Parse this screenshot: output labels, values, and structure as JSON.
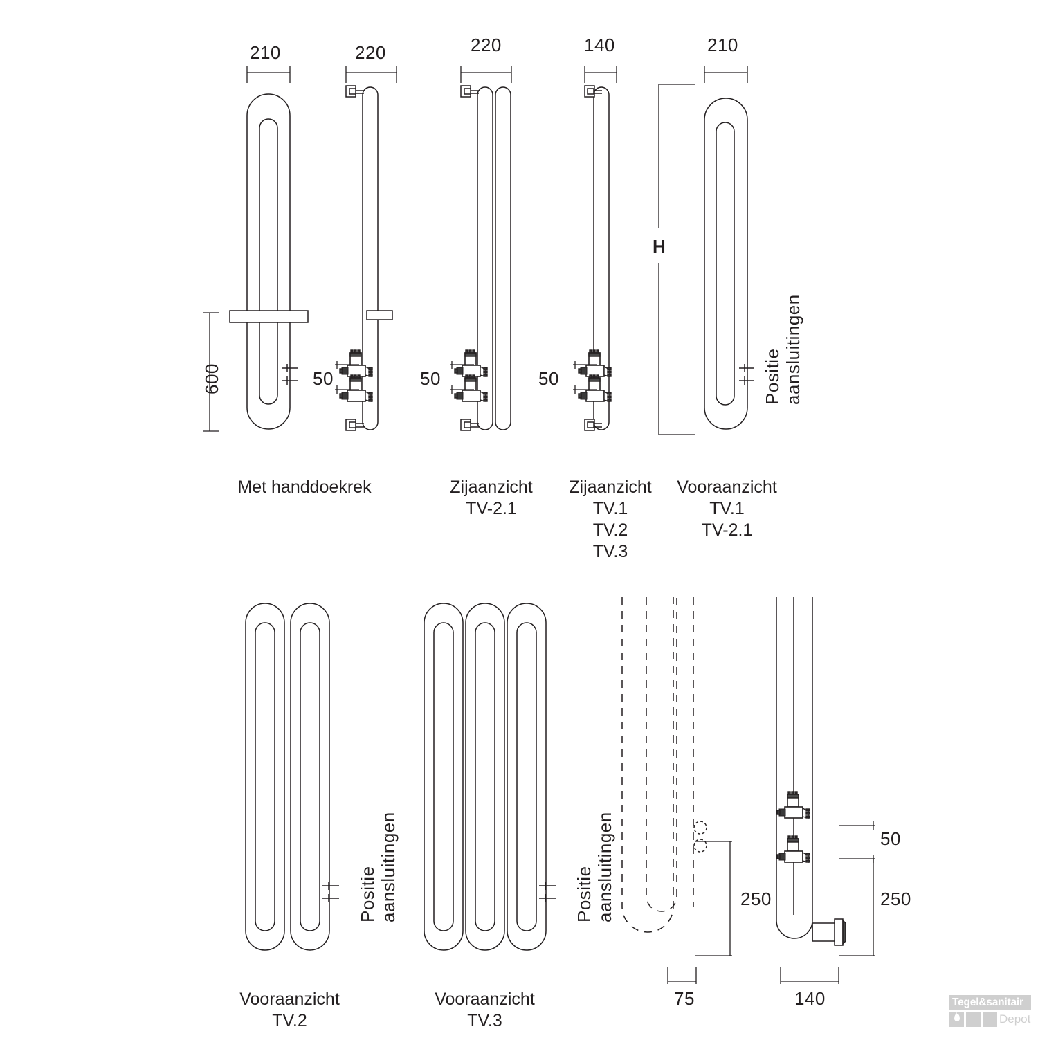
{
  "drawing": {
    "type": "technical-drawing",
    "subject": "Handdoekradiator TV-serie maatschets",
    "units": "mm",
    "line_color": "#231f20",
    "dim_text_color": "#231f20"
  },
  "top_row": {
    "views": [
      {
        "id": "met-handdoekrek",
        "caption_lines": [
          "Met handdoekrek"
        ],
        "width_dim": "210",
        "height_dim": "600",
        "connection_dim": null
      },
      {
        "id": "zijaanzicht-tv21",
        "caption_lines": [
          "Zijaanzicht",
          "TV-2.1"
        ],
        "width_dim": "220",
        "connection_dim": "50"
      },
      {
        "id": "zijaanzicht-tv1-tv2-tv3",
        "caption_lines": [
          "Zijaanzicht",
          "TV.1",
          "TV.2",
          "TV.3"
        ],
        "width_dim": "140",
        "connection_dim": "50"
      },
      {
        "id": "vooraanzicht-tv1-tv21",
        "caption_lines": [
          "Vooraanzicht",
          "TV.1",
          "TV-2.1"
        ],
        "width_dim": "210",
        "height_dim": "H",
        "connection_label": [
          "Positie",
          "aansluitingen"
        ]
      }
    ],
    "extra_width_dim_left": "220",
    "extra_connection_dim": "50"
  },
  "bottom_row": {
    "views": [
      {
        "id": "vooraanzicht-tv2",
        "caption_lines": [
          "Vooraanzicht",
          "TV.2"
        ],
        "connection_label": [
          "Positie",
          "aansluitingen"
        ],
        "elements": 2
      },
      {
        "id": "vooraanzicht-tv3",
        "caption_lines": [
          "Vooraanzicht",
          "TV.3"
        ],
        "connection_label": [
          "Positie",
          "aansluitingen"
        ],
        "elements": 3
      },
      {
        "id": "detail-hidden-outline",
        "width_dim": "75",
        "height_dim": "250"
      },
      {
        "id": "detail-aansluitingen",
        "width_dim": "140",
        "height_dim": "250",
        "offset_dim": "50"
      }
    ]
  },
  "dimensions": {
    "d210_a": "210",
    "d220_a": "220",
    "d220_b": "220",
    "d140_a": "140",
    "d210_b": "210",
    "d600": "600",
    "d50_a": "50",
    "d50_b": "50",
    "d50_c": "50",
    "dH": "H",
    "d75": "75",
    "d140_b": "140",
    "d250_a": "250",
    "d250_b": "250",
    "d50_d": "50"
  },
  "labels": {
    "positie": "Positie",
    "aansluitingen": "aansluitingen",
    "met_handdoekrek": "Met handdoekrek",
    "zijaanzicht": "Zijaanzicht",
    "vooraanzicht": "Vooraanzicht",
    "tv1": "TV.1",
    "tv2": "TV.2",
    "tv3": "TV.3",
    "tv21": "TV-2.1"
  },
  "watermark": {
    "brand_line1": "Tegel&sanitair",
    "brand_line2": "Depot",
    "color": "#cfcfcf"
  }
}
